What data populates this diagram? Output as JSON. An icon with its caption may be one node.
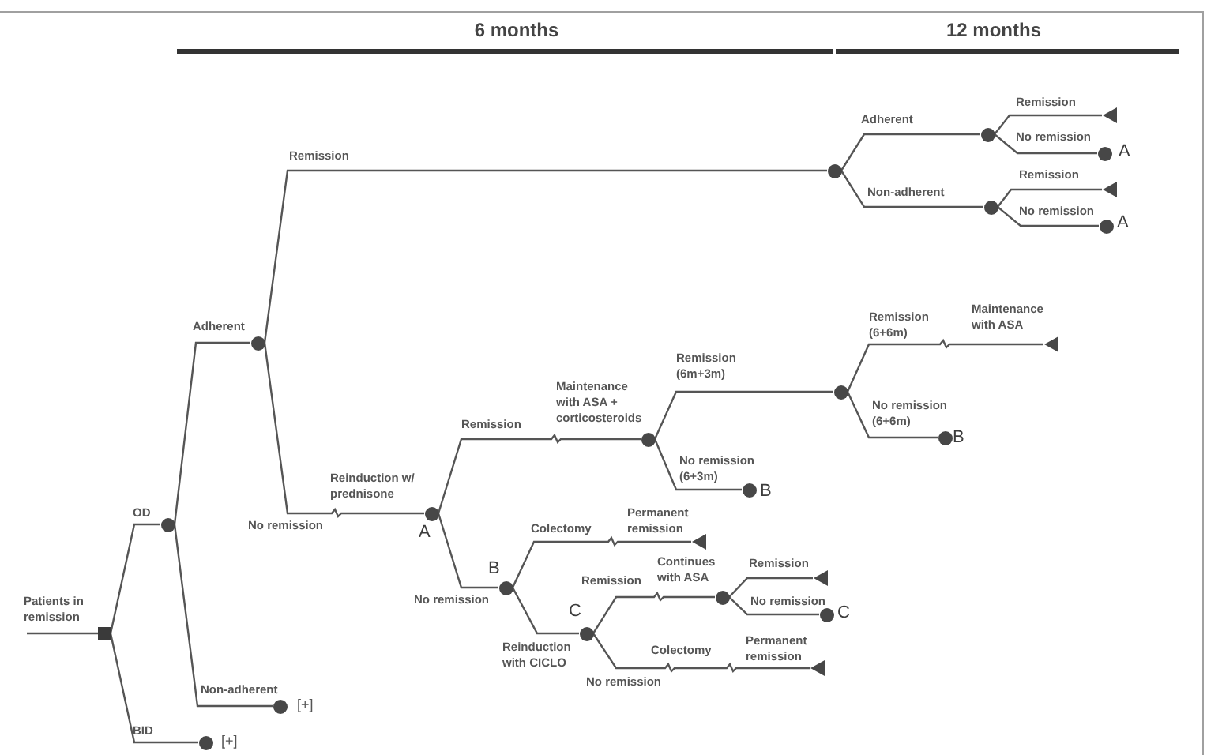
{
  "diagram": {
    "nodes": [
      {
        "text": [],
        "shape": "box"
      },
      {
        "text": [],
        "shape": "circle"
      },
      {
        "text": [],
        "shape": "circle",
        "beside": [
          "[+]"
        ]
      },
      {
        "text": [],
        "shape": "circle"
      },
      {
        "text": [],
        "shape": "circle",
        "beside": [
          "[+]"
        ]
      },
      {
        "text": [],
        "shape": "circle"
      },
      {
        "text": [],
        "shape": "circle",
        "beside": [
          "A"
        ]
      },
      {
        "text": [],
        "shape": "circle"
      },
      {
        "text": [],
        "shape": "circle"
      },
      {
        "text": [],
        "shape": "triangle"
      },
      {
        "text": [],
        "shape": "circle",
        "beside": [
          "A"
        ]
      },
      {
        "text": [],
        "shape": "triangle"
      },
      {
        "text": [],
        "shape": "circle",
        "beside": [
          "A"
        ]
      },
      {
        "text": [],
        "shape": "circle"
      },
      {
        "text": [],
        "shape": "circle",
        "beside": [
          "B"
        ]
      },
      {
        "text": [],
        "shape": "circle"
      },
      {
        "text": [],
        "shape": "circle",
        "beside": [
          "B"
        ]
      },
      {
        "text": [],
        "shape": "triangle"
      },
      {
        "text": [],
        "shape": "circle",
        "beside": [
          "B"
        ]
      },
      {
        "text": [],
        "shape": "triangle"
      },
      {
        "text": [],
        "shape": "circle",
        "beside": [
          "C"
        ]
      },
      {
        "text": [],
        "shape": "circle"
      },
      {
        "text": [],
        "shape": "triangle"
      },
      {
        "text": [],
        "shape": "circle",
        "beside": [
          "C"
        ]
      },
      {
        "text": [],
        "shape": "triangle"
      }
    ],
    "edges": [
      {
        "from": null,
        "to": 0,
        "arrow": "none",
        "label": "Patients in remission"
      },
      {
        "from": 0,
        "to": 1,
        "arrow": "none",
        "label": "OD"
      },
      {
        "from": 0,
        "to": 2,
        "arrow": "none",
        "label": "BID"
      },
      {
        "from": 1,
        "to": 3,
        "arrow": "none",
        "label": "Adherent"
      },
      {
        "from": 1,
        "to": 4,
        "arrow": "none",
        "label": "Non-adherent"
      },
      {
        "from": 3,
        "to": 5,
        "arrow": "none",
        "label": "Remission"
      },
      {
        "from": 3,
        "to": 6,
        "arrow": "none",
        "label": "No remission"
      },
      {
        "from": 5,
        "to": 7,
        "arrow": "none",
        "label": "Adherent"
      },
      {
        "from": 5,
        "to": 8,
        "arrow": "none",
        "label": "Non-adherent"
      },
      {
        "from": 7,
        "to": 9,
        "arrow": "none",
        "label": "Remission"
      },
      {
        "from": 7,
        "to": 10,
        "arrow": "none",
        "label": "No remission"
      },
      {
        "from": 8,
        "to": 11,
        "arrow": "none",
        "label": "Remission"
      },
      {
        "from": 8,
        "to": 12,
        "arrow": "none",
        "label": "No remission"
      },
      {
        "from": 6,
        "to": 13,
        "arrow": "none",
        "label": "Remission"
      },
      {
        "from": 6,
        "to": 14,
        "arrow": "none",
        "label": "No remission"
      },
      {
        "from": 13,
        "to": 15,
        "arrow": "none",
        "label": "Remission (6m+3m)"
      },
      {
        "from": 13,
        "to": 16,
        "arrow": "none",
        "label": "No remission (6+3m)"
      },
      {
        "from": 15,
        "to": 17,
        "arrow": "none",
        "label": "Remission (6+6m)"
      },
      {
        "from": 15,
        "to": 18,
        "arrow": "none",
        "label": "No remission (6+6m)"
      },
      {
        "from": 14,
        "to": 19,
        "arrow": "none",
        "label": "Colectomy"
      },
      {
        "from": 14,
        "to": 20,
        "arrow": "none",
        "label": "Reinduction with CICLO"
      },
      {
        "from": 20,
        "to": 21,
        "arrow": "none",
        "label": "Remission"
      },
      {
        "from": 20,
        "to": 24,
        "arrow": "none",
        "label": "No remission"
      },
      {
        "from": 21,
        "to": 22,
        "arrow": "none",
        "label": "Remission"
      },
      {
        "from": 21,
        "to": 23,
        "arrow": "none",
        "label": "No remission"
      }
    ],
    "labels": [
      "6 months",
      "12 months",
      "Reinduction w/ prednisone",
      "Maintenance with ASA + corticosteroids",
      "Maintenance with ASA",
      "Permanent remission",
      "Continues with ASA",
      "Colectomy",
      "Permanent remission"
    ]
  }
}
